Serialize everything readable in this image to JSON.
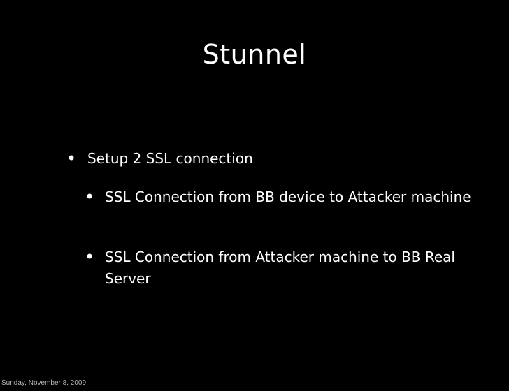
{
  "slide": {
    "title": "Stunnel",
    "bullets": [
      {
        "level": 1,
        "text": "Setup 2 SSL connection"
      },
      {
        "level": 2,
        "text": "SSL Connection from BB device to Attacker machine"
      },
      {
        "level": 2,
        "text": "SSL Connection from Attacker machine to BB Real Server"
      }
    ],
    "bullet_glyph": "•",
    "footer_date": "Sunday, November 8, 2009"
  },
  "colors": {
    "background": "#000000",
    "text": "#ffffff",
    "footer": "#b8b8b8"
  }
}
